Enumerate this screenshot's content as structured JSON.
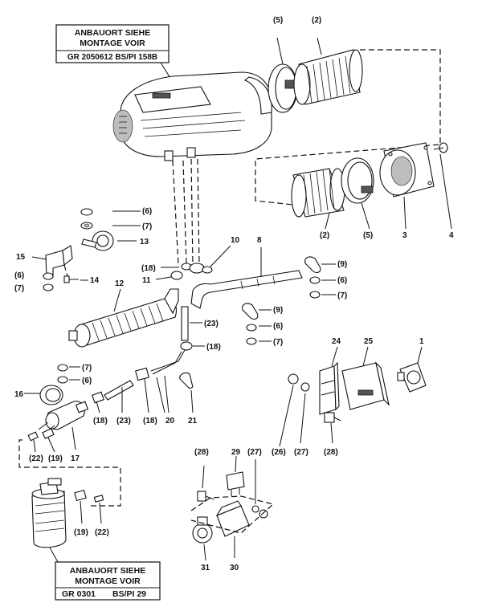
{
  "boxes": {
    "heater": {
      "line1": "ANBAUORT SIEHE",
      "line2": "MONTAGE VOIR",
      "ref": "GR 2050612 BS/PI 158B"
    },
    "pump": {
      "line1": "ANBAUORT SIEHE",
      "line2": "MONTAGE VOIR",
      "ref_left": "GR 0301",
      "ref_right": "BS/PI 29"
    }
  },
  "callouts": {
    "c1": "1",
    "c2": "2",
    "c3": "3",
    "c4": "4",
    "c5": "5",
    "c6": "6",
    "c7": "7",
    "c8": "8",
    "c9": "9",
    "c10": "10",
    "c11": "11",
    "c12": "12",
    "c13": "13",
    "c14": "14",
    "c15": "15",
    "c16": "16",
    "c17": "17",
    "c20": "20",
    "c21": "21",
    "c24": "24",
    "c25": "25",
    "c29": "29",
    "c30": "30",
    "c31": "31",
    "p5a": "(5)",
    "p2a": "(2)",
    "p2b": "(2)",
    "p5b": "(5)",
    "p6a": "(6)",
    "p7a": "(7)",
    "p6b": "(6)",
    "p7b": "(7)",
    "p18a": "(18)",
    "p9a": "(9)",
    "p6c": "(6)",
    "p7c": "(7)",
    "p9b": "(9)",
    "p6d": "(6)",
    "p7d": "(7)",
    "p23a": "(23)",
    "p18b": "(18)",
    "p7e": "(7)",
    "p6e": "(6)",
    "p18c": "(18)",
    "p23b": "(23)",
    "p18d": "(18)",
    "p22a": "(22)",
    "p19a": "(19)",
    "p26": "(26)",
    "p27a": "(27)",
    "p28a": "(28)",
    "p28b": "(28)",
    "p27b": "(27)",
    "p19b": "(19)",
    "p22b": "(22)"
  }
}
